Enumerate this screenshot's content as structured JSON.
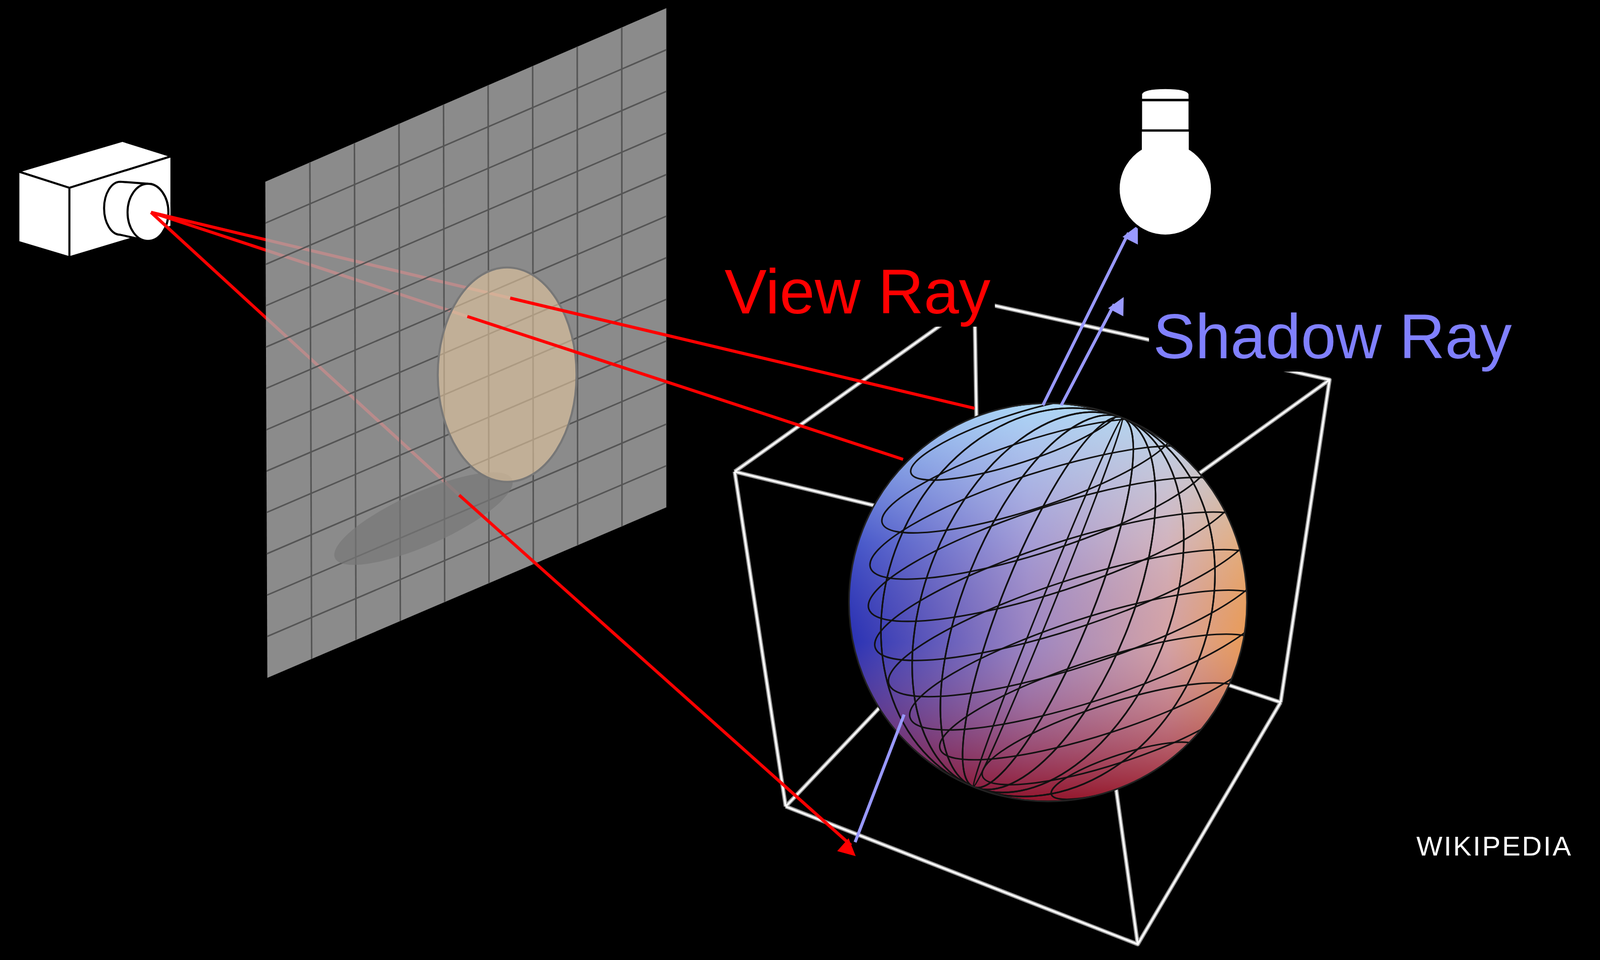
{
  "diagram": {
    "labels": [
      "View Ray",
      "Shadow Ray",
      "WIKIPEDIA"
    ]
  }
}
